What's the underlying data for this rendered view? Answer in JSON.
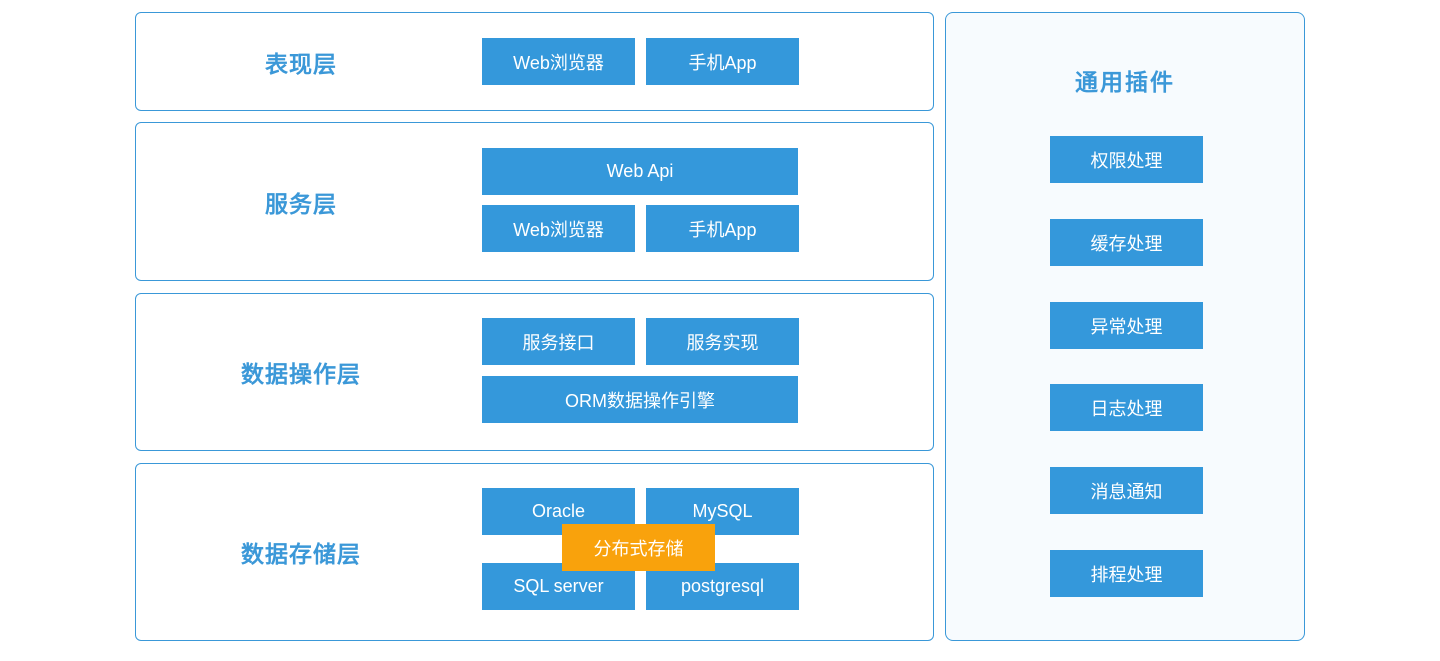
{
  "colors": {
    "accent_blue": "#3498db",
    "border_blue": "#3a98d8",
    "label_blue": "#3b98d8",
    "highlight_orange": "#f9a20c",
    "panel_background": "#f7fbfe",
    "node_text": "#ffffff"
  },
  "layers": [
    {
      "label": "表现层",
      "buttons": [
        "Web浏览器",
        "手机App"
      ]
    },
    {
      "label": "服务层",
      "buttons": [
        "Web Api",
        "Web浏览器",
        "手机App"
      ]
    },
    {
      "label": "数据操作层",
      "buttons": [
        "服务接口",
        "服务实现",
        "ORM数据操作引擎"
      ]
    },
    {
      "label": "数据存储层",
      "buttons": [
        "Oracle",
        "MySQL",
        "SQL server",
        "postgresql"
      ],
      "overlay": "分布式存储"
    }
  ],
  "plugins": {
    "title": "通用插件",
    "items": [
      "权限处理",
      "缓存处理",
      "异常处理",
      "日志处理",
      "消息通知",
      "排程处理"
    ]
  }
}
